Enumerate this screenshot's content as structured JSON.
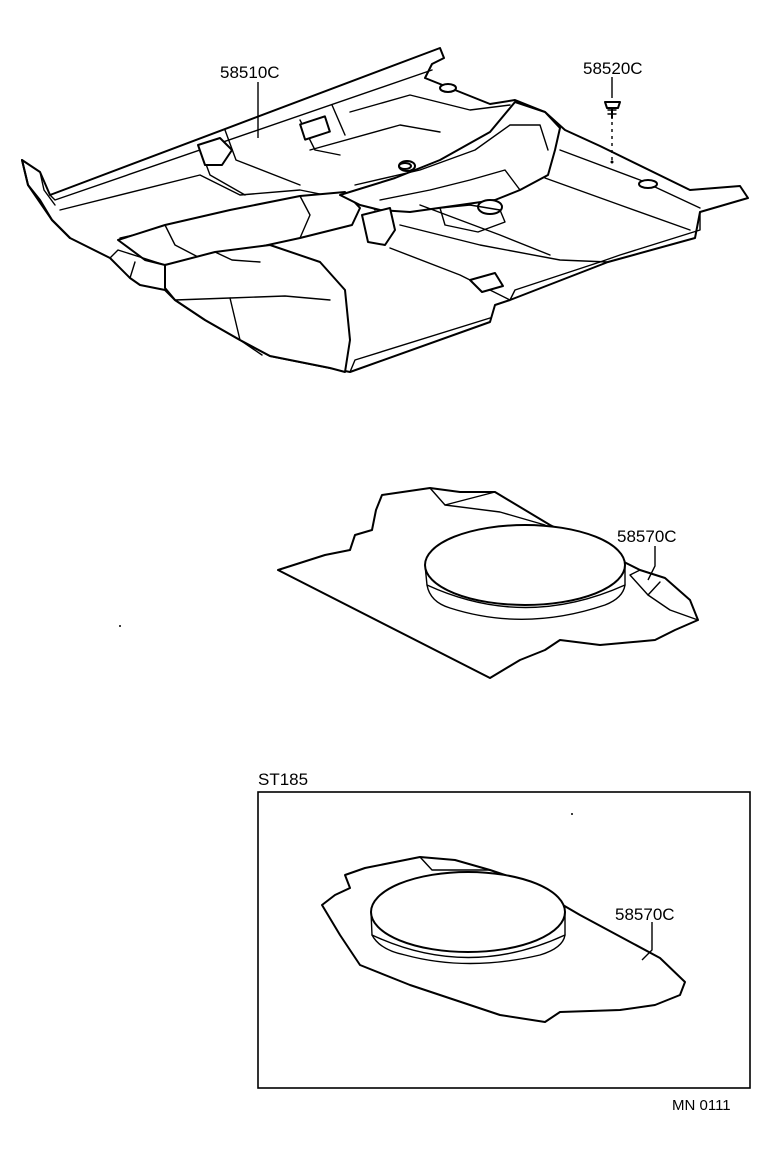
{
  "labels": {
    "floor_carpet": "58510C",
    "clip": "58520C",
    "rear_mat": "58570C",
    "rear_mat_st185": "58570C",
    "variant_box": "ST185",
    "diagram_code": "MN 0111"
  },
  "colors": {
    "ink": "#000000",
    "paper": "#ffffff"
  }
}
